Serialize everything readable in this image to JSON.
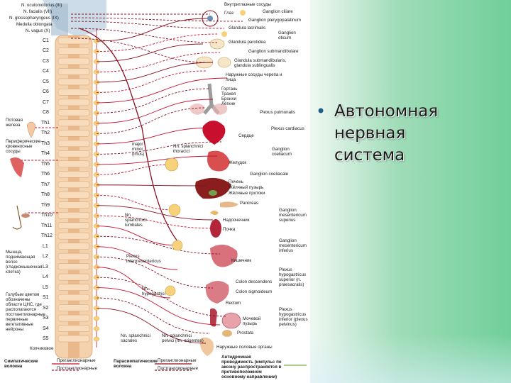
{
  "slide": {
    "bullet": "Автономная нервная система",
    "colors": {
      "background_right": "#6fcf9a",
      "bullet_dot": "#1d5f86",
      "sympathetic": "#c8102e",
      "parasympathetic": "#8a0f1e",
      "spinal_column": "#e8b98a"
    }
  },
  "figure": {
    "labels": {
      "n_oculomotorius": "N. oculomotorius (III)",
      "n_facialis": "N. facialis (VII)",
      "n_glossopharyngeus": "N. glossopharyngeus (IX)",
      "medulla": "Medulla oblongata",
      "n_vagus": "N. vagus (X)",
      "intraocular": "Внутриглазные сосуды",
      "glaz": "Глаз",
      "ganglion_ciliare": "Ganglion ciliare",
      "ganglion_pterygo": "Ganglion pterygopalatinum",
      "glandula_lacrimalis": "Glandula lacrimalis",
      "ganglion_oticum": "Ganglion oticum",
      "glandula_parotidea": "Glandula parotidea",
      "ganglion_submand": "Ganglion submandibulare",
      "glandula_submand": "Glandula submandibularis, glandula sublingualis",
      "vessels_head": "Наружные сосуды черепа и лица",
      "gortan": "Гортань",
      "traheya": "Трахея",
      "bronhi": "Бронхи",
      "legkie": "Лёгкие",
      "plexus_pulmonalis": "Plexus pulmonalis",
      "plexus_cardiacus": "Plexus cardiacus",
      "serdce": "Сердце",
      "ganglion_coeliacum": "Ganglion coeliacum",
      "zheludok": "Желудок",
      "nn_splanchnici_thoracici": "Nn. splanchnici thoracici",
      "major_minor": "major minor (imus)",
      "ganglion_coeliacale": "Ganglion coeliacale",
      "pechen": "Печень",
      "zhelchny_puzyr": "Жёлчный пузырь",
      "zhelchnye_protoki": "Жёлчные протоки",
      "pankreas": "Pancreas",
      "ganglion_mes_sup": "Ganglion mesentericum superius",
      "nadpochechnik": "Надпочечник",
      "pochka": "Почка",
      "nn_splanchnici_lumbales": "Nn. splanchnici lumbales",
      "ganglion_mes_inf": "Ganglion mesentericum inferius",
      "plexus_intermes": "Plexus intermesentericus",
      "kishechnik": "Кишечник",
      "plexus_hypogastricus_sup": "Plexus hypogastricus superior (n. praesacralis)",
      "colon_descendens": "Colon descendens",
      "colon_sigmoideum": "Colon sigmoideum",
      "rectum": "Rectum",
      "nn_hypogastrici": "Nn. hypogastrici",
      "plexus_hypogastricus_inf": "Plexus hypogastricus inferior (plexus pelvinus)",
      "mochevoi_puzyr": "Мочевой пузырь",
      "prostata": "Prostata",
      "nn_splanchnici_sacrales": "Nn. splanchnici sacrales",
      "nn_splanchnici_pelvici": "Nn. splanchnici pelvici (nn. erigentes)",
      "polovye_organy": "Наружные половые органы",
      "potovaya": "Потовая железа",
      "periferic_vessels": "Периферические кровеносные сосуды",
      "muscle_hair": "Мышца, поднимающая волос (гладкомышечная клетка)",
      "gray_matter": "Голубым цветом обозначены области ЦНС, где располагаются постганглионарные первичные вегетативные нейроны",
      "kopchik": "Копчиковое",
      "legend_sympathetic": "Симпатические волокна",
      "legend_parasympathetic": "Парасимпатические волокна",
      "legend_pre": "Преганглионарные",
      "legend_post": "Постганглионарные",
      "legend_pre2": "Преганглионарные",
      "legend_post2": "Постганглионарные",
      "antidromic": "Антидромная проводимость (импульс по аксону распространяется в противоположном основному направлении)"
    },
    "segments": [
      "C1",
      "C2",
      "C3",
      "C4",
      "C5",
      "C6",
      "C7",
      "C8",
      "Th1",
      "Th2",
      "Th3",
      "Th4",
      "Th5",
      "Th6",
      "Th7",
      "Th8",
      "Th9",
      "Th10",
      "Th11",
      "Th12",
      "L1",
      "L2",
      "L3",
      "L4",
      "L5",
      "S1",
      "S2",
      "S3",
      "S4",
      "S5"
    ]
  }
}
